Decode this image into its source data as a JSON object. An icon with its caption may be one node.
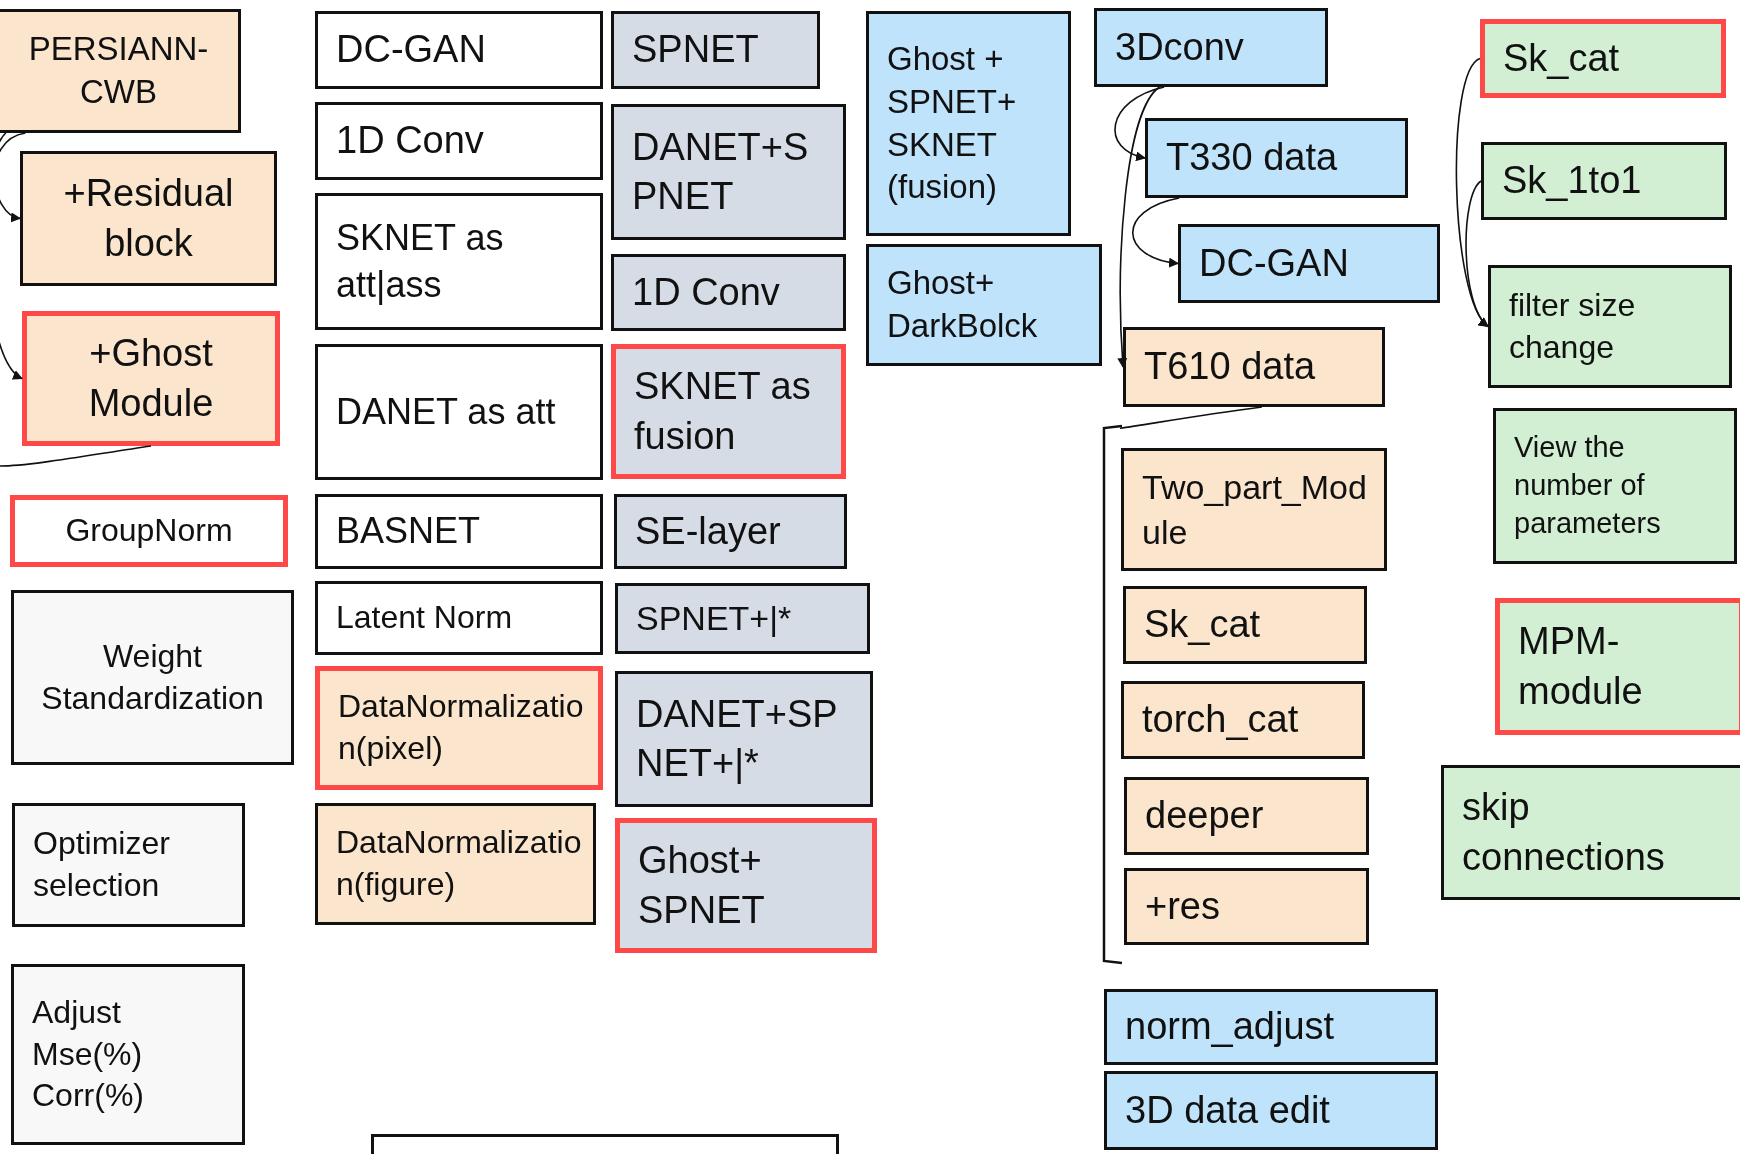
{
  "diagram": {
    "nodes": [
      {
        "text": [
          "PERSIANN-CWB"
        ]
      },
      {
        "text": [
          "+Residual block"
        ]
      },
      {
        "text": [
          "+Ghost Module"
        ]
      },
      {
        "text": [
          "GroupNorm"
        ]
      },
      {
        "text": [
          "Weight Standardization"
        ]
      },
      {
        "text": [
          "Optimizer selection"
        ]
      },
      {
        "text": [
          "Adjust Mse(%) Corr(%)"
        ]
      },
      {
        "text": [
          "DC-GAN"
        ]
      },
      {
        "text": [
          "1D Conv"
        ]
      },
      {
        "text": [
          "SKNET as att|ass"
        ]
      },
      {
        "text": [
          "DANET as att"
        ]
      },
      {
        "text": [
          "BASNET"
        ]
      },
      {
        "text": [
          "Latent Norm"
        ]
      },
      {
        "text": [
          "DataNormalization(pixel)"
        ]
      },
      {
        "text": [
          "DataNormalization(figure)"
        ]
      },
      {
        "text": [
          "SPNET"
        ]
      },
      {
        "text": [
          "DANET+SPNET"
        ]
      },
      {
        "text": [
          "1D Conv"
        ]
      },
      {
        "text": [
          "SKNET as fusion"
        ]
      },
      {
        "text": [
          "SE-layer"
        ]
      },
      {
        "text": [
          "SPNET+|*"
        ]
      },
      {
        "text": [
          "DANET+SPNET+|*"
        ]
      },
      {
        "text": [
          "Ghost+ SPNET"
        ]
      },
      {
        "text": [
          "Ghost + SPNET+ SKNET (fusion)"
        ]
      },
      {
        "text": [
          "Ghost+ DarkBolck"
        ]
      },
      {
        "text": [
          "3Dconv"
        ]
      },
      {
        "text": [
          "T330 data"
        ]
      },
      {
        "text": [
          "DC-GAN"
        ]
      },
      {
        "text": [
          "T610 data"
        ]
      },
      {
        "text": [],
        "shape": "bracket"
      },
      {
        "text": [
          "Two_part_Module"
        ]
      },
      {
        "text": [
          "Sk_cat"
        ]
      },
      {
        "text": [
          "torch_cat"
        ]
      },
      {
        "text": [
          "deeper"
        ]
      },
      {
        "text": [
          "+res"
        ]
      },
      {
        "text": [
          "norm_adjust"
        ]
      },
      {
        "text": [
          "3D data edit"
        ]
      },
      {
        "text": [
          "Sk_cat"
        ]
      },
      {
        "text": [
          "Sk_1to1"
        ]
      },
      {
        "text": [
          "filter size change"
        ]
      },
      {
        "text": [
          "View the number of parameters"
        ]
      },
      {
        "text": [
          "MPM-module"
        ]
      },
      {
        "text": [
          "skip connections"
        ]
      },
      {
        "text": [],
        "shape": "box"
      }
    ],
    "edges": [
      {
        "from": 0,
        "to": 1,
        "arrow": "to"
      },
      {
        "from": 0,
        "to": 2,
        "arrow": "to"
      },
      {
        "from": 2,
        "to": null,
        "arrow": "none"
      },
      {
        "from": 25,
        "to": 26,
        "arrow": "to"
      },
      {
        "from": 25,
        "to": 28,
        "arrow": "to"
      },
      {
        "from": 26,
        "to": 27,
        "arrow": "to"
      },
      {
        "from": 28,
        "to": 29,
        "arrow": "none"
      },
      {
        "from": 37,
        "to": 39,
        "arrow": "to"
      },
      {
        "from": 38,
        "to": 39,
        "arrow": "to"
      }
    ]
  }
}
